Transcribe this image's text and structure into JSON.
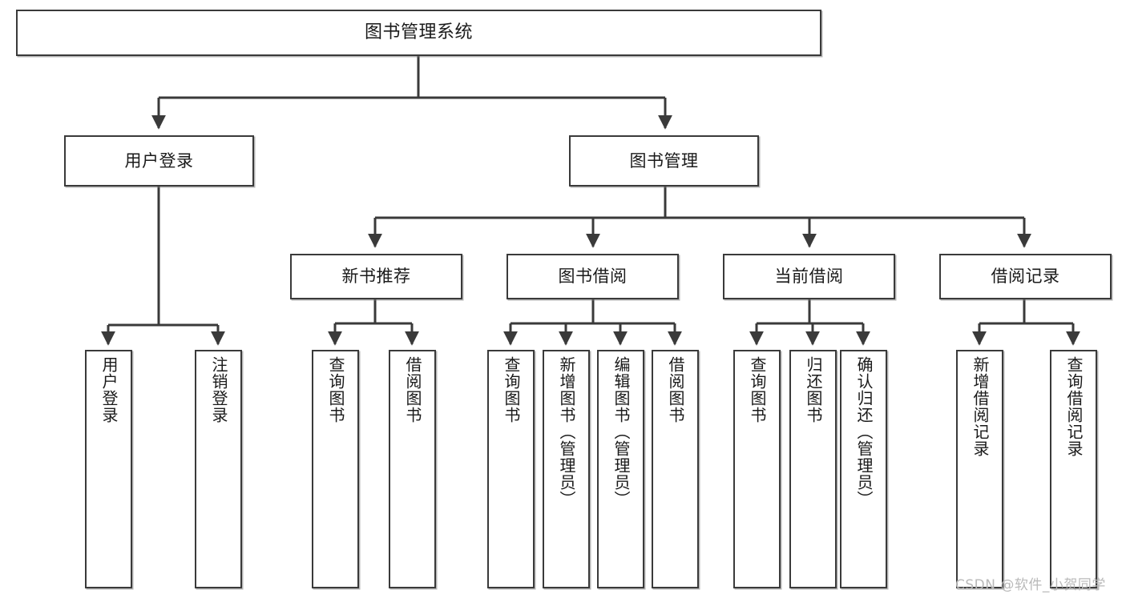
{
  "diagram": {
    "title": "图书管理系统",
    "watermark": "CSDN @软件_小贺同学",
    "edge_color": "#3a3a3a",
    "box_border_color": "#3a3a3a",
    "text_color": "#1a1a1a",
    "background": "#ffffff"
  },
  "nodes": {
    "root": {
      "label": "图书管理系统"
    },
    "level2": [
      {
        "label": "用户登录"
      },
      {
        "label": "图书管理"
      }
    ],
    "level3": [
      {
        "label": "新书推荐"
      },
      {
        "label": "图书借阅"
      },
      {
        "label": "当前借阅"
      },
      {
        "label": "借阅记录"
      }
    ],
    "leaves": {
      "user_login": [
        {
          "label": "用户登录"
        },
        {
          "label": "注销登录"
        }
      ],
      "new_book_recommend": [
        {
          "label": "查询图书"
        },
        {
          "label": "借阅图书"
        }
      ],
      "book_borrow": [
        {
          "label": "查询图书"
        },
        {
          "label": "新增图书（管理员）"
        },
        {
          "label": "编辑图书（管理员）"
        },
        {
          "label": "借阅图书"
        }
      ],
      "current_borrow": [
        {
          "label": "查询图书"
        },
        {
          "label": "归还图书"
        },
        {
          "label": "确认归还（管理员）"
        }
      ],
      "borrow_record": [
        {
          "label": "新增借阅记录"
        },
        {
          "label": "查询借阅记录"
        }
      ]
    }
  }
}
